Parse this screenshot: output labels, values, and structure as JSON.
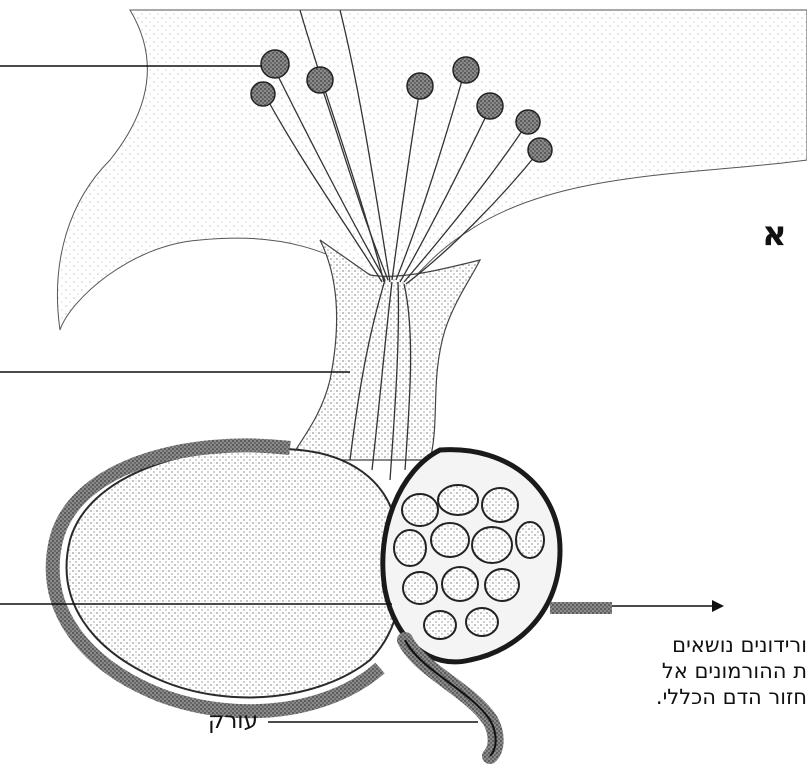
{
  "labels": {
    "panel_letter": "א",
    "veins_text": [
      "ורידונים נושאים",
      "ת ההורמונים אל",
      "חזור הדם הכללי."
    ],
    "stalk": "עורק"
  },
  "colors": {
    "ink": "#1a1a1a",
    "stipple": "#bdbdbd",
    "background": "#ffffff"
  }
}
